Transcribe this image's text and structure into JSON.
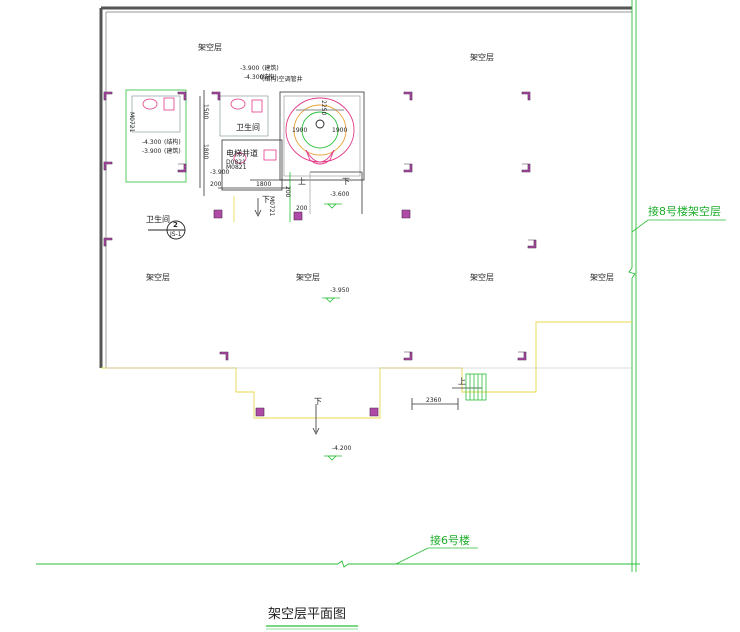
{
  "drawing": {
    "title": "架空层平面图",
    "labels": {
      "jiakong": "架空层",
      "connect_8": "接8号楼架空层",
      "connect_6": "接6号楼",
      "toilet": "卫生间",
      "elevator": "电梯井道",
      "ac_shaft": "(结构)空调管井",
      "toilet_detail": "卫生间",
      "up": "上",
      "down": "下"
    },
    "elevations": {
      "e1": "-3.900",
      "e2": "-4.300",
      "e3": "-4.300",
      "e4": "-3.900",
      "e5": "-3.600",
      "e6": "-3.950",
      "e7": "-4.200",
      "e8": "-3.900"
    },
    "annotations": {
      "arch": "(建筑)",
      "struct": "(结构)",
      "struct2": "(结构)",
      "arch2": "(建筑)"
    },
    "doors": {
      "m0721": "M0721",
      "m0821": "M0821",
      "d0821": "D0821",
      "m0721b": "M0721"
    },
    "dimensions": {
      "d1500": "1500",
      "d1800": "1800",
      "d200a": "200",
      "d1800b": "1800",
      "d1900a": "1900",
      "d1900b": "1900",
      "d2250": "2250",
      "d200b": "200",
      "d200c": "200",
      "d2360": "2360"
    },
    "detail_callout": {
      "number": "2",
      "sheet": "JS-1"
    }
  }
}
